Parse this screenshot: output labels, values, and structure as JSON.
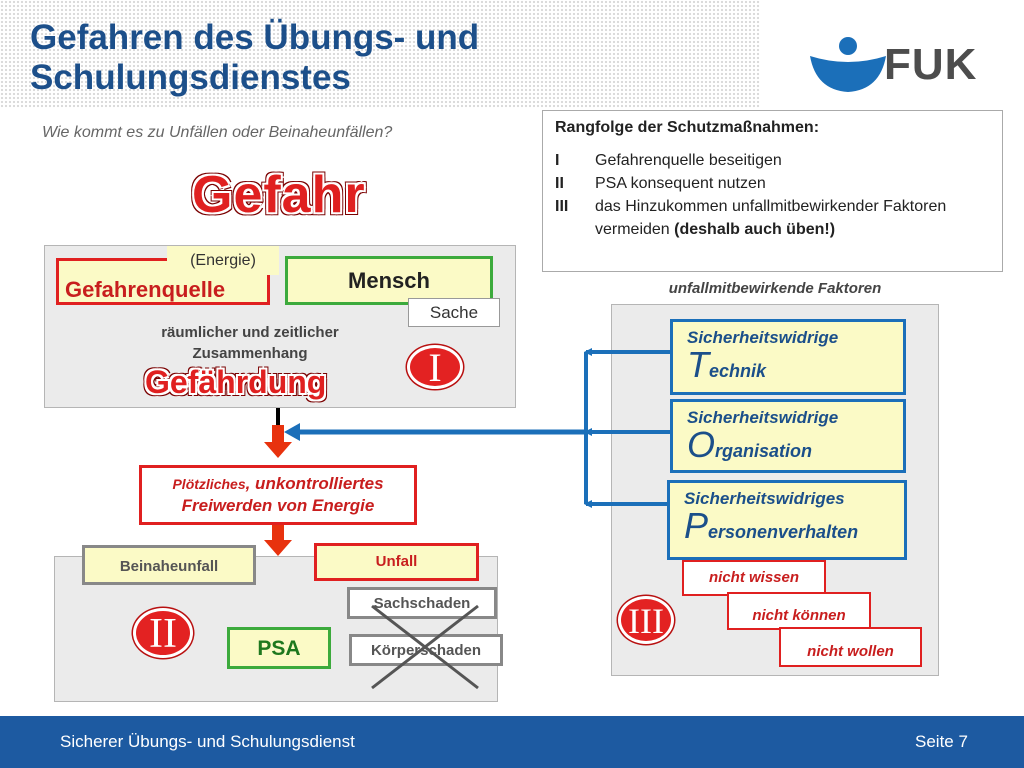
{
  "header": {
    "title": "Gefahren des Übungs- und Schulungsdienstes",
    "logo_text": "FUK",
    "subtitle": "Wie kommt es zu Unfällen oder Beinaheunfällen?"
  },
  "rangfolge": {
    "title": "Rangfolge der Schutzmaßnahmen:",
    "items": [
      {
        "num": "I",
        "text": "Gefahrenquelle beseitigen"
      },
      {
        "num": "II",
        "text": "PSA konsequent nutzen"
      },
      {
        "num": "III",
        "text_a": "das Hinzukommen unfallmitbewirkender Faktoren vermeiden ",
        "text_b": "(deshalb auch üben!)"
      }
    ]
  },
  "gefahr": {
    "heading": "Gefahr",
    "energie": "(Energie)",
    "gefahrenquelle": "Gefahrenquelle",
    "mensch": "Mensch",
    "sache": "Sache",
    "zusammenhang": "räumlicher und zeitlicher Zusammenhang",
    "gefaehrdung": "Gefährdung",
    "roman": "I"
  },
  "energie_freiwerden": {
    "line1_a": "Plötzliches",
    "line1_b": ", unkontrolliertes",
    "line2": "Freiwerden von Energie"
  },
  "folgen": {
    "beinaheunfall": "Beinaheunfall",
    "unfall": "Unfall",
    "sachschaden": "Sachschaden",
    "koerperschaden": "Körperschaden",
    "psa": "PSA",
    "roman": "II"
  },
  "faktoren": {
    "label": "unfallmitbewirkende Faktoren",
    "items": [
      {
        "prefix": "Sicherheitswidrige",
        "initial": "T",
        "rest": "echnik"
      },
      {
        "prefix": "Sicherheitswidrige",
        "initial": "O",
        "rest": "rganisation"
      },
      {
        "prefix": "Sicherheitswidriges",
        "initial": "P",
        "rest": "ersonenverhalten"
      }
    ],
    "nicht": [
      "nicht wissen",
      "nicht können",
      "nicht wollen"
    ],
    "roman": "III"
  },
  "footer": {
    "left": "Sicherer Übungs- und Schulungsdienst",
    "right": "Seite 7"
  },
  "colors": {
    "title_blue": "#1c4f8a",
    "red": "#e02020",
    "blue": "#1b6fb9",
    "green": "#3caa3c",
    "yellow": "#fbfac6",
    "footer_blue": "#1d5aa1"
  }
}
